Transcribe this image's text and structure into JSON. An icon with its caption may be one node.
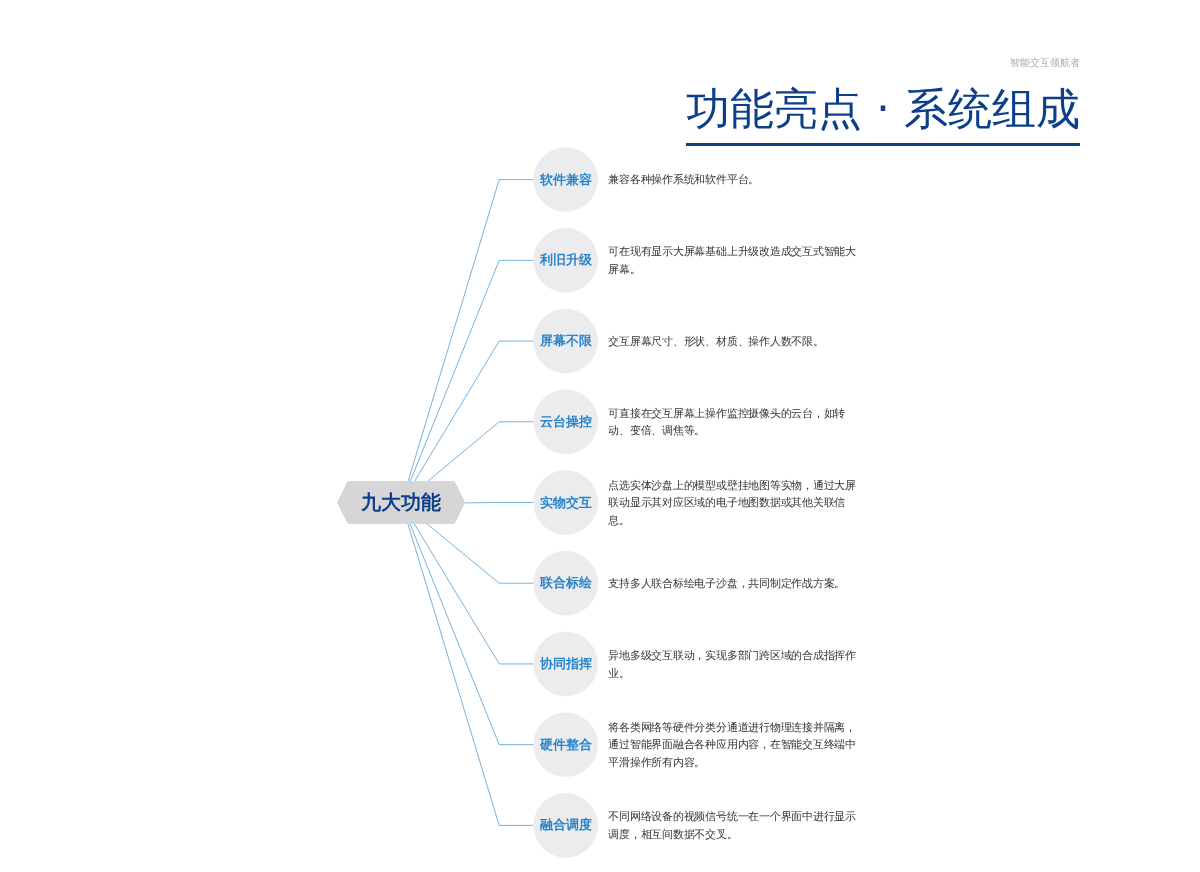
{
  "diagram": {
    "title": "功能亮点 · 系统组成",
    "nodes": [
      {
        "text": [
          "九大功能"
        ]
      },
      {
        "text": [
          "软件兼容"
        ],
        "beside": [
          "兼容各种操作系统和软件平台。"
        ]
      },
      {
        "text": [
          "利旧升级"
        ],
        "beside": [
          "可在现有显示大屏幕基础上升级改造成交互式智能大屏幕。"
        ]
      },
      {
        "text": [
          "屏幕不限"
        ],
        "beside": [
          "交互屏幕尺寸、形状、材质、操作人数不限。"
        ]
      },
      {
        "text": [
          "云台操控"
        ],
        "beside": [
          "可直接在交互屏幕上操作监控摄像头的云台，如转动、变倍、调焦等。"
        ]
      },
      {
        "text": [
          "实物交互"
        ],
        "beside": [
          "点选实体沙盘上的模型或壁挂地图等实物，通过大屏联动显示其对应区域的电子地图数据或其他关联信息。"
        ]
      },
      {
        "text": [
          "联合标绘"
        ],
        "beside": [
          "支持多人联合标绘电子沙盘，共同制定作战方案。"
        ]
      },
      {
        "text": [
          "协同指挥"
        ],
        "beside": [
          "异地多级交互联动，实现多部门跨区域的合成指挥作业。"
        ]
      },
      {
        "text": [
          "硬件整合"
        ],
        "beside": [
          "将各类网络等硬件分类分通道进行物理连接并隔离，通过智能界面融合各种应用内容，在智能交互终端中平滑操作所有内容。"
        ]
      },
      {
        "text": [
          "融合调度"
        ],
        "beside": [
          "不同网络设备的视频信号统一在一个界面中进行显示调度，相互间数据不交叉。"
        ]
      }
    ],
    "edges": [
      {
        "from": 0,
        "to": 1,
        "arrow": "none"
      },
      {
        "from": 0,
        "to": 2,
        "arrow": "none"
      },
      {
        "from": 0,
        "to": 3,
        "arrow": "none"
      },
      {
        "from": 0,
        "to": 4,
        "arrow": "none"
      },
      {
        "from": 0,
        "to": 5,
        "arrow": "none"
      },
      {
        "from": 0,
        "to": 6,
        "arrow": "none"
      },
      {
        "from": 0,
        "to": 7,
        "arrow": "none"
      },
      {
        "from": 0,
        "to": 8,
        "arrow": "none"
      },
      {
        "from": 0,
        "to": 9,
        "arrow": "none"
      }
    ],
    "labels": [
      "智能交互领航者"
    ]
  }
}
